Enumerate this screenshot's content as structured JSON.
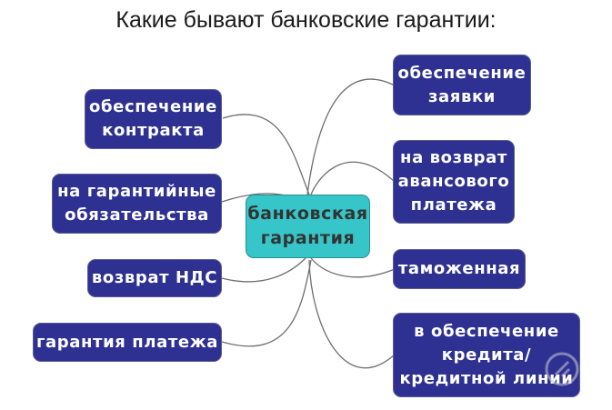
{
  "title": "Какие бывают банковские гарантии:",
  "center": {
    "label": "банковская\nгарантия"
  },
  "nodes": [
    {
      "id": "contract",
      "label": "обеспечение\nконтракта"
    },
    {
      "id": "warranty",
      "label": "на гарантийные\nобязательства"
    },
    {
      "id": "vat",
      "label": "возврат НДС"
    },
    {
      "id": "payment",
      "label": "гарантия платежа"
    },
    {
      "id": "application",
      "label": "обеспечение\nзаявки"
    },
    {
      "id": "advance",
      "label": "на возврат\nавансового\nплатежа"
    },
    {
      "id": "customs",
      "label": "таможенная"
    },
    {
      "id": "credit",
      "label": "в обеспечение\nкредита/\nкредитной линии"
    }
  ],
  "colors": {
    "node_fill": "#2e3191",
    "center_fill": "#36c5c8",
    "link": "#6e6e6e"
  },
  "watermark": {
    "icon": "logo-watermark-icon"
  }
}
